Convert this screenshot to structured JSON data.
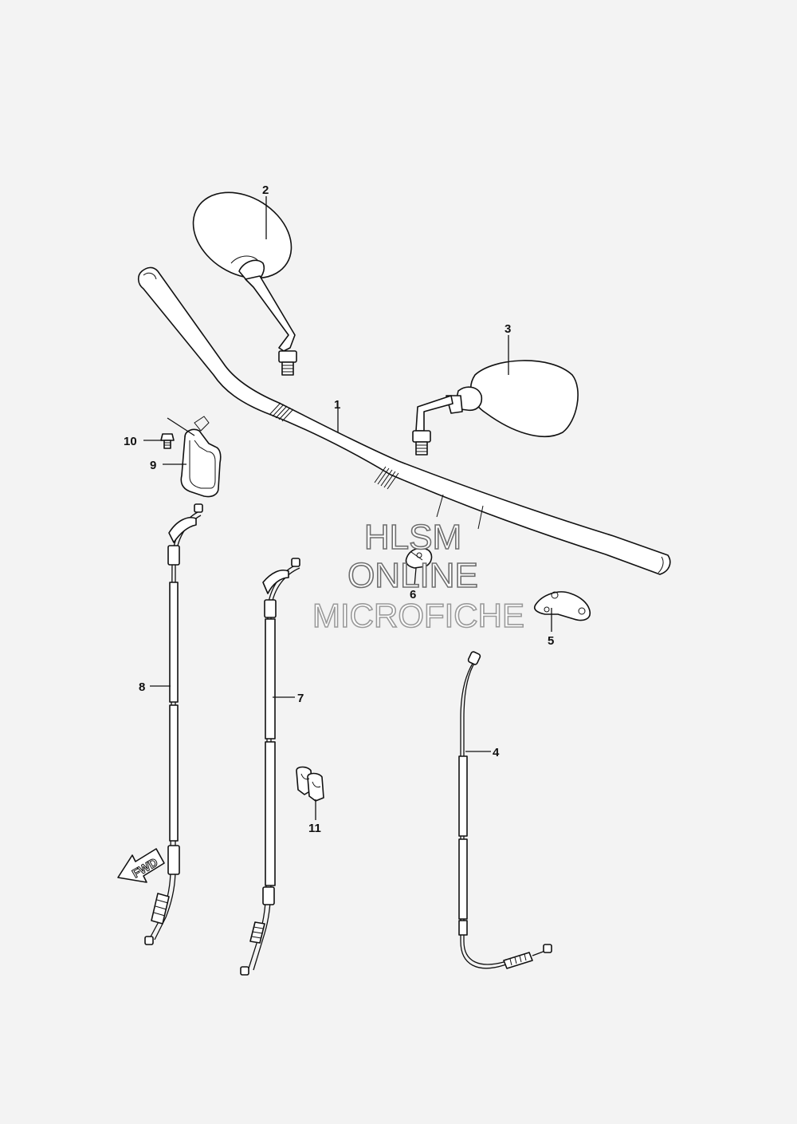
{
  "callouts": [
    {
      "id": "1",
      "label": "1"
    },
    {
      "id": "2",
      "label": "2"
    },
    {
      "id": "3",
      "label": "3"
    },
    {
      "id": "4",
      "label": "4"
    },
    {
      "id": "5",
      "label": "5"
    },
    {
      "id": "6",
      "label": "6"
    },
    {
      "id": "7",
      "label": "7"
    },
    {
      "id": "8",
      "label": "8"
    },
    {
      "id": "9",
      "label": "9"
    },
    {
      "id": "10",
      "label": "10"
    },
    {
      "id": "11",
      "label": "11"
    }
  ],
  "watermark": {
    "line1": "HLSM",
    "line2": "ONLINE",
    "line3": "MICROFICHE"
  },
  "fwd_label": "FWD"
}
